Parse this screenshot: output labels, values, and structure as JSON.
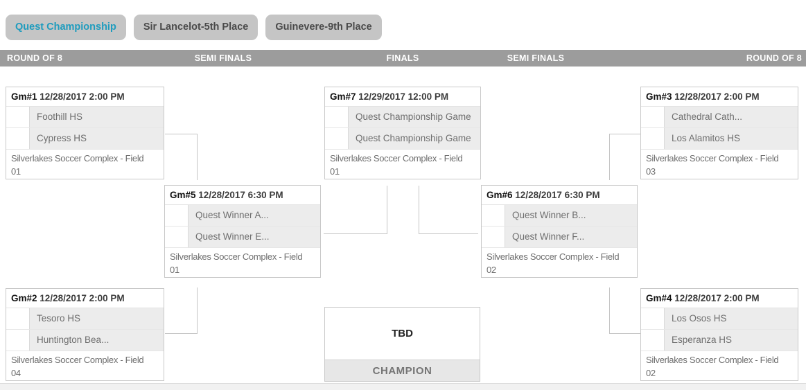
{
  "tabs": [
    {
      "label": "Quest Championship",
      "active": true
    },
    {
      "label": "Sir Lancelot-5th Place",
      "active": false
    },
    {
      "label": "Guinevere-9th Place",
      "active": false
    }
  ],
  "round_headers": {
    "left": "ROUND OF 8",
    "semi_left": "SEMI FINALS",
    "finals": "FINALS",
    "semi_right": "SEMI FINALS",
    "right": "ROUND OF 8"
  },
  "games": [
    {
      "game_label": "Gm#1",
      "datetime": "12/28/2017 2:00 PM",
      "teams": [
        "Foothill HS",
        "Cypress HS"
      ],
      "venue": "Silverlakes Soccer Complex - Field\n01"
    },
    {
      "game_label": "Gm#2",
      "datetime": "12/28/2017 2:00 PM",
      "teams": [
        "Tesoro HS",
        "Huntington Bea..."
      ],
      "venue": "Silverlakes Soccer Complex - Field\n04"
    },
    {
      "game_label": "Gm#3",
      "datetime": "12/28/2017 2:00 PM",
      "teams": [
        "Cathedral Cath...",
        "Los Alamitos HS"
      ],
      "venue": "Silverlakes Soccer Complex - Field\n03"
    },
    {
      "game_label": "Gm#4",
      "datetime": "12/28/2017 2:00 PM",
      "teams": [
        "Los Osos HS",
        "Esperanza HS"
      ],
      "venue": "Silverlakes Soccer Complex - Field\n02"
    },
    {
      "game_label": "Gm#5",
      "datetime": "12/28/2017 6:30 PM",
      "teams": [
        "Quest Winner A...",
        "Quest Winner E..."
      ],
      "venue": "Silverlakes Soccer Complex - Field\n01"
    },
    {
      "game_label": "Gm#6",
      "datetime": "12/28/2017 6:30 PM",
      "teams": [
        "Quest Winner B...",
        "Quest Winner F..."
      ],
      "venue": "Silverlakes Soccer Complex - Field\n02"
    },
    {
      "game_label": "Gm#7",
      "datetime": "12/29/2017 12:00 PM",
      "teams": [
        "Quest Championship Game",
        "Quest Championship Game"
      ],
      "venue": "Silverlakes Soccer Complex - Field\n01"
    }
  ],
  "champion": {
    "placeholder": "TBD",
    "label": "CHAMPION"
  },
  "colors": {
    "accent": "#1e9cbe",
    "tab_bg": "#c5c5c5",
    "round_bar_bg": "#9c9c9c",
    "box_border": "#c8c8c8",
    "team_row_bg": "#ececec",
    "muted_text": "#6e6e6e",
    "champion_bar_bg": "#e7e7e7"
  }
}
